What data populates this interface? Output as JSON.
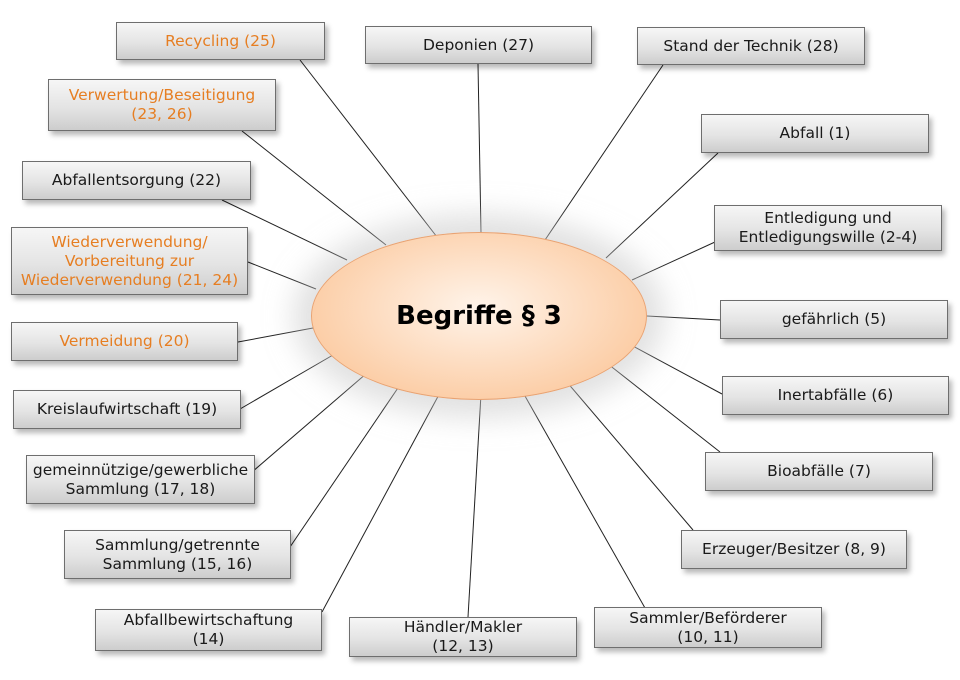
{
  "center": {
    "label": "Begriffe § 3"
  },
  "colors": {
    "highlight_text": "#e67e22",
    "normal_text": "#1a1a1a",
    "center_fill": "#fbbf8d"
  },
  "terms": [
    {
      "id": "recycling",
      "label": "Recycling (25)",
      "highlight": true
    },
    {
      "id": "deponien",
      "label": "Deponien (27)",
      "highlight": false
    },
    {
      "id": "stand-der-technik",
      "label": "Stand der Technik (28)",
      "highlight": false
    },
    {
      "id": "verwertung-beseitigung",
      "label": "Verwertung/Beseitigung\n(23, 26)",
      "highlight": true
    },
    {
      "id": "abfall",
      "label": "Abfall (1)",
      "highlight": false
    },
    {
      "id": "abfallentsorgung",
      "label": "Abfallentsorgung (22)",
      "highlight": false
    },
    {
      "id": "entledigung",
      "label": "Entledigung und\nEntledigungswille (2-4)",
      "highlight": false
    },
    {
      "id": "wiederverwendung",
      "label": "Wiederverwendung/\nVorbereitung zur\nWiederverwendung (21, 24)",
      "highlight": true
    },
    {
      "id": "gefaehrlich",
      "label": "gefährlich (5)",
      "highlight": false
    },
    {
      "id": "vermeidung",
      "label": "Vermeidung (20)",
      "highlight": true
    },
    {
      "id": "inertabfaelle",
      "label": "Inertabfälle (6)",
      "highlight": false
    },
    {
      "id": "kreislaufwirtschaft",
      "label": "Kreislaufwirtschaft (19)",
      "highlight": false
    },
    {
      "id": "bioabfaelle",
      "label": "Bioabfälle (7)",
      "highlight": false
    },
    {
      "id": "sammlung-gemeinnuetzig",
      "label": "gemeinnützige/gewerbliche\nSammlung (17, 18)",
      "highlight": false
    },
    {
      "id": "erzeuger-besitzer",
      "label": "Erzeuger/Besitzer (8, 9)",
      "highlight": false
    },
    {
      "id": "sammlung-getrennt",
      "label": "Sammlung/getrennte\nSammlung (15, 16)",
      "highlight": false
    },
    {
      "id": "abfallbewirtschaftung",
      "label": "Abfallbewirtschaftung\n(14)",
      "highlight": false
    },
    {
      "id": "haendler-makler",
      "label": "Händler/Makler\n(12, 13)",
      "highlight": false
    },
    {
      "id": "sammler-befoerderer",
      "label": "Sammler/Beförderer\n(10, 11)",
      "highlight": false
    }
  ]
}
